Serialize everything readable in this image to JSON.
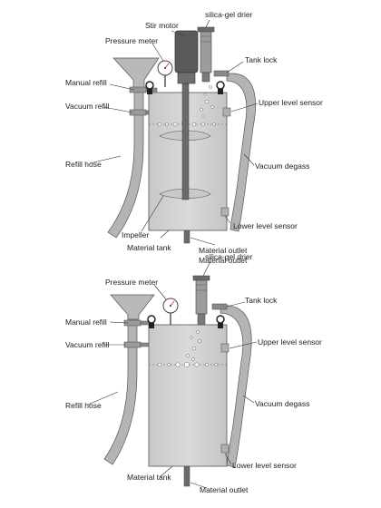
{
  "diagrams": [
    {
      "labels": {
        "stir_motor": "Stir motor",
        "silica_gel_drier": "silica-gel drier",
        "pressure_meter": "Pressure meter",
        "tank_lock": "Tank lock",
        "manual_refill": "Manual refill",
        "upper_level_sensor": "Upper level sensor",
        "vacuum_refill": "Vacuum refill",
        "refill_hose": "Refill hose",
        "vacuum_degass": "Vacuum degass",
        "lower_level_sensor": "Lower level sensor",
        "impeller": "Impeller",
        "material_tank": "Material tank",
        "material_outlet": "Material outlet"
      }
    },
    {
      "labels": {
        "silica_gel_drier": "silica-gel drier",
        "pressure_meter": "Pressure meter",
        "tank_lock": "Tank lock",
        "manual_refill": "Manual refill",
        "upper_level_sensor": "Upper level sensor",
        "vacuum_refill": "Vacuum refill",
        "refill_hose": "Refill hose",
        "vacuum_degass": "Vacuum degass",
        "lower_level_sensor": "Lower level sensor",
        "material_tank": "Material tank",
        "material_outlet": "Material outlet"
      }
    }
  ],
  "colors": {
    "tank_fill": "#d2d2d2",
    "hose_fill": "#b4b4b4",
    "dark_part": "#5a5a5a",
    "outline": "#555555",
    "label_text": "#222222"
  }
}
